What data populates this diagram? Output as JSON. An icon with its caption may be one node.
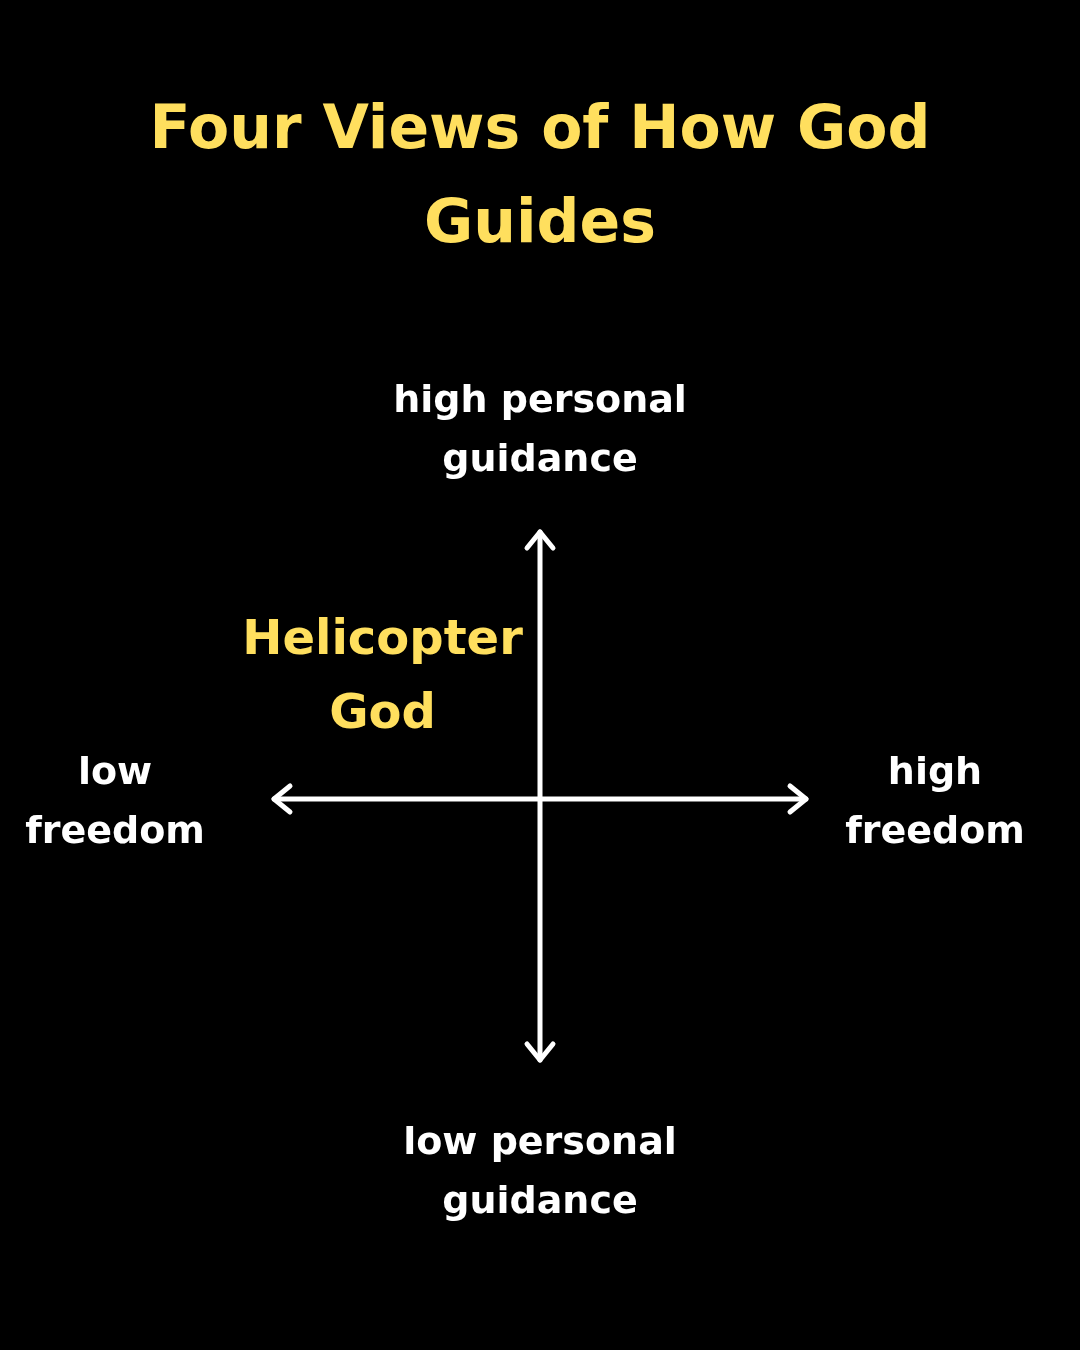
{
  "diagram": {
    "title": "Four Views of How God Guides",
    "labels": [
      "high personal guidance",
      "Helicopter God",
      "low freedom",
      "high freedom",
      "low personal guidance"
    ]
  }
}
